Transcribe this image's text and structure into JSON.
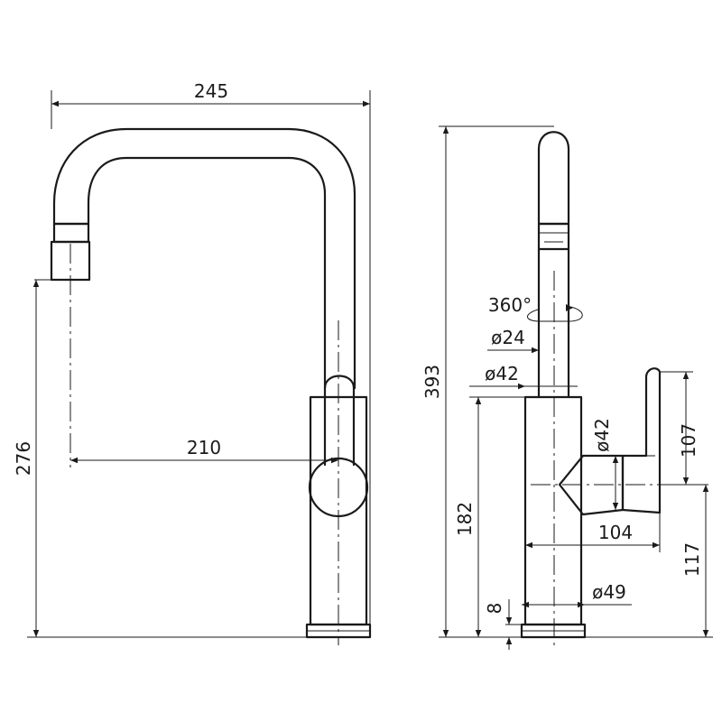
{
  "dimensions": {
    "width_total": "245",
    "spout_reach": "210",
    "spout_height": "276",
    "total_height": "393",
    "swivel": "360°",
    "spout_diameter": "ø24",
    "neck_diameter": "ø42",
    "lever_diameter": "ø42",
    "lever_height": "107",
    "body_height": "182",
    "lever_reach": "104",
    "lever_axis_height": "117",
    "base_height": "8",
    "base_diameter": "ø49"
  }
}
